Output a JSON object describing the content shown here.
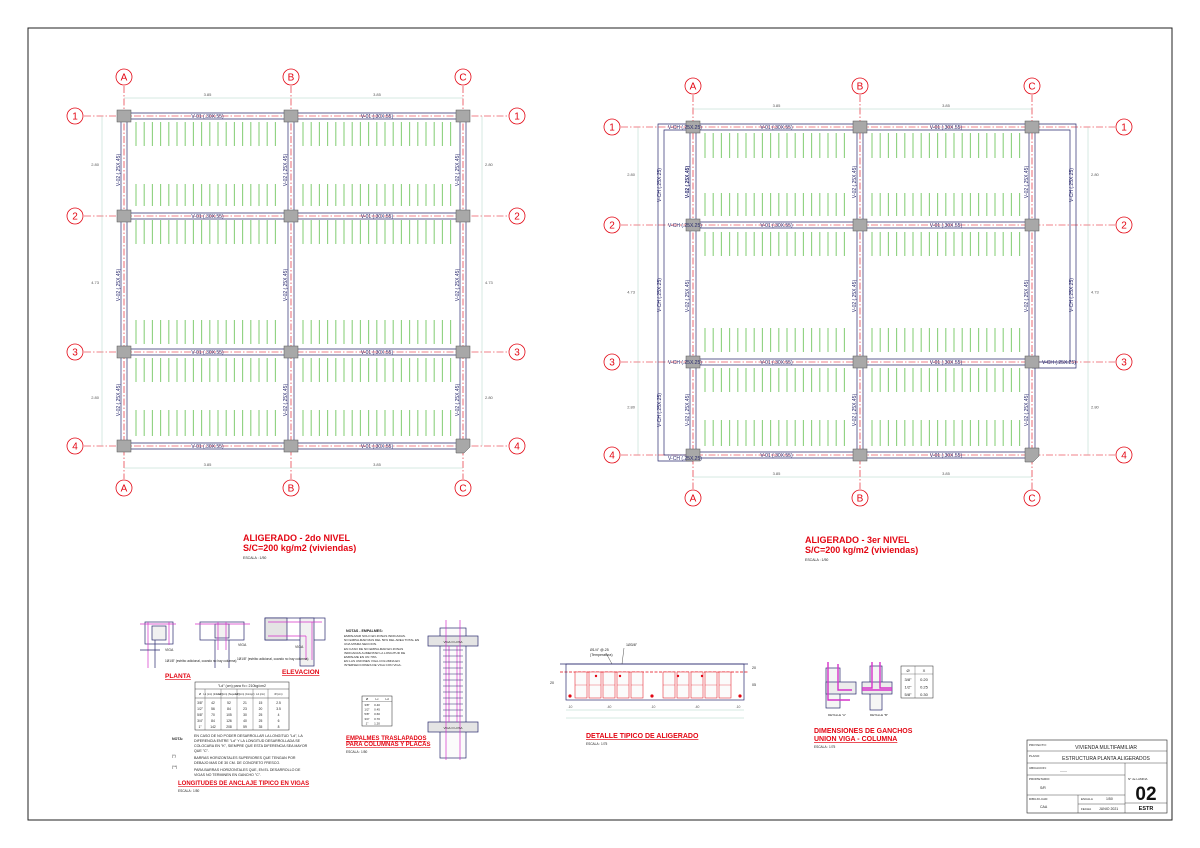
{
  "plan_left": {
    "title": "ALIGERADO - 2do NIVEL",
    "subtitle": "S/C=200 kg/m2 (viviendas)",
    "scale": "ESCALA : 1/50",
    "axes_cols": [
      "A",
      "B",
      "C"
    ],
    "axes_rows": [
      "1",
      "2",
      "3",
      "4"
    ],
    "dim_top": [
      "3.85",
      "3.85"
    ],
    "dim_bottom": [
      "3.85",
      "3.85"
    ],
    "dim_side": [
      "2.80",
      "4.73",
      "2.80"
    ],
    "beam_h": "V-01 (.30X.55)",
    "beam_v": "V-02 (.25X.45)"
  },
  "plan_right": {
    "title": "ALIGERADO - 3er NIVEL",
    "subtitle": "S/C=200 kg/m2 (viviendas)",
    "scale": "ESCALA : 1/50",
    "axes_cols": [
      "A",
      "B",
      "C"
    ],
    "axes_rows": [
      "1",
      "2",
      "3",
      "4"
    ],
    "dim_top": [
      "3.85",
      "3.85"
    ],
    "dim_bottom": [
      "3.85",
      "3.85"
    ],
    "dim_side": [
      "2.80",
      "4.73",
      "2.80"
    ],
    "beam_h": "V-01 (.30X.55)",
    "beam_v": "V-02 (.25X.45)",
    "beam_v_bold": "V-02 (.25X.45)",
    "beam_ch": "V-CH (.25X.25)",
    "beam_ch_bottom": "V-CH (.25X.25)"
  },
  "anchorage": {
    "title": "LONGITUDES DE ANCLAJE TIPICO EN VIGAS",
    "scale": "ESCALA : 1/50",
    "label_planta": "PLANTA",
    "label_elevacion": "ELEVACION",
    "viga": "VIGA",
    "table_title": "\"Ld\" (cm) para f'c= 210kg/cm2",
    "table_head": [
      "Ø",
      "L1 (cm) (Inferior)",
      "L2 (cm) (Superior)",
      "L3 (cm) (Compr)",
      "L4 (cm)",
      "Ø (cm)"
    ],
    "table_rows": [
      [
        "3/8\"",
        "42",
        "52",
        "21",
        "15",
        "2.5"
      ],
      [
        "1/2\"",
        "56",
        "84",
        "23",
        "20",
        "3.5"
      ],
      [
        "5/8\"",
        "70",
        "105",
        "30",
        "25",
        "4"
      ],
      [
        "3/4\"",
        "84",
        "126",
        "40",
        "25",
        "6"
      ],
      [
        "1\"",
        "142",
        "208",
        "59",
        "35",
        "8"
      ]
    ],
    "nota_label": "NOTA:",
    "nota_text": "EN CASO DE NO PODER DESARROLLAR LA LONGITUD \"Ld\", LA DIFERENCIA ENTRE \"Ld\" Y LA LONGITUD DESARROLLADA SE COLOCARA EN \"K\", SIEMPRE QUE ESTA DIFERENCIA SEA MAYOR QUE \"C\".",
    "star1": "(*)",
    "star1_text": "BARRAS HORIZONTALES SUPERIORES QUE TENGAN POR DEBAJO MAS DE 30 CM. DE CONCRETO FRESCO.",
    "star2": "(**)",
    "star2_text": "PARA BARRAS HORIZONTALES QUE, EN EL DESARROLLO DE VIGAS NO TERMINEN EN GANCHO \"C\".",
    "stirrup_note": "1Ø1/8\" (estribo adicional, cuando no hay columna)"
  },
  "splices": {
    "title_line1": "EMPALMES TRASLAPADOS",
    "title_line2": "PARA COLUMNAS Y PLACAS",
    "scale": "ESCALA : 1/50",
    "notes_title": "NOTAS - EMPALMES:",
    "note_a": "EMPALMAR SOLO EN ZONAS INDICADAS.",
    "note_b": "NO EMPALMAR MAS DEL 50% DEL AREA TOTAL EN UNA MISMA SECCION.",
    "note_c": "EN CASO DE NO EMPALMAR EN ZONAS INDICADAS AUMENTAR LA LONGITUD DE EMPALME EN UN 70%.",
    "note_d": "EN LAS UNIONES VIGA-COLUMNA EN INTERSECCIONES DE VIGA CON VIGA.",
    "table_head": [
      "Ø",
      "Lc",
      "Ld"
    ],
    "table_rows": [
      [
        "3/8\"",
        "0.40",
        ""
      ],
      [
        "1/2\"",
        "0.45",
        ""
      ],
      [
        "5/8\"",
        "0.60",
        ""
      ],
      [
        "3/4\"",
        "0.70",
        ""
      ],
      [
        "1\"",
        "1.20",
        ""
      ]
    ],
    "viga_label": "VIGA O LOSA"
  },
  "detail": {
    "title": "DETALLE TIPICO DE ALIGERADO",
    "scale": "ESCALA : 1/75",
    "temp_label": "Ø1/4\" @.25",
    "temp_sub": "(Temperatura)",
    "top_bar": "1Ø3/8\"",
    "h1": "20",
    "h2": "05",
    "dims": [
      ".10",
      ".40",
      ".10",
      ".40",
      ".10"
    ]
  },
  "hooks": {
    "title_line1": "DIMENSIONES DE GANCHOS",
    "title_line2": "UNION VIGA - COLUMNA",
    "scale": "ESCALA : 1/75",
    "label_a": "DETALLE \"A\"",
    "label_b": "DETALLE \"B\"",
    "table_head": [
      "Ø",
      "X"
    ],
    "table_rows": [
      [
        "3/8\"",
        "0.20"
      ],
      [
        "1/2\"",
        "0.25"
      ],
      [
        "5/8\"",
        "0.30"
      ]
    ]
  },
  "titleblock": {
    "proyecto_label": "PROYECTO:",
    "proyecto": "VIVIENDA MULTIFAMILIAR",
    "plano_label": "PLANO:",
    "plano": "ESTRUCTURA PLANTA ALIGERADOS",
    "ubicacion_label": "UBICACION:",
    "ubicacion": "-------",
    "propietario_label": "PROPIETARIO:",
    "propietario": "S/R",
    "lamina_label": "N° de LAMINA",
    "lamina": "02",
    "code": "ESTR",
    "dibujo_label": "DIBUJO-CAD:",
    "dibujo": "CAA",
    "escala_label": "ESCALA",
    "escala": "1/50",
    "fecha_label": "FECHA",
    "fecha": "JUNIO 2021"
  },
  "colors": {
    "axis": "#e30613",
    "structure": "#2a2a6e",
    "joist": "#8cd17d",
    "column": "#a8a8a8",
    "title_red": "#e30613",
    "magenta": "#d631c9"
  }
}
